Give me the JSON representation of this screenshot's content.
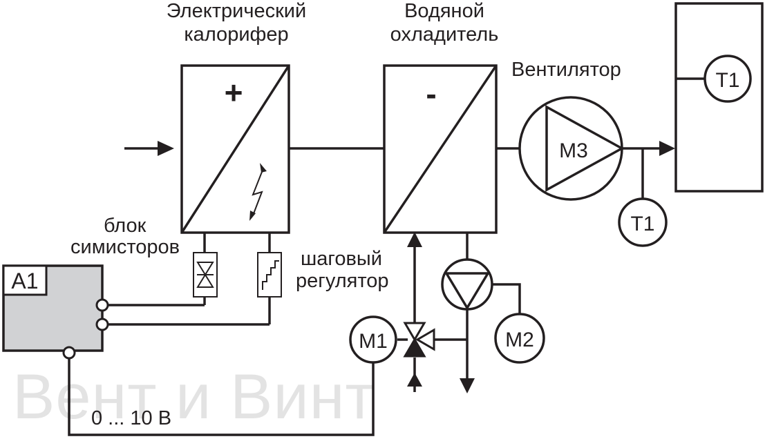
{
  "labels": {
    "heater_title_1": "Электрический",
    "heater_title_2": "калорифер",
    "cooler_title_1": "Водяной",
    "cooler_title_2": "охладитель",
    "fan_title": "Вентилятор",
    "triac_1": "блок",
    "triac_2": "симисторов",
    "step_1": "шаговый",
    "step_2": "регулятор",
    "signal": "0 ... 10 В",
    "heater_sign": "+",
    "cooler_sign": "-"
  },
  "components": {
    "controller": "A1",
    "valve_motor": "M1",
    "pump_motor": "M2",
    "fan_motor": "M3",
    "sensor_duct": "T1",
    "sensor_room": "T1"
  },
  "watermark": "Вент и Винт",
  "colors": {
    "line": "#231f20",
    "controller_fill": "#d1d2d4",
    "watermark": "#e3e3e3",
    "background": "#ffffff"
  }
}
